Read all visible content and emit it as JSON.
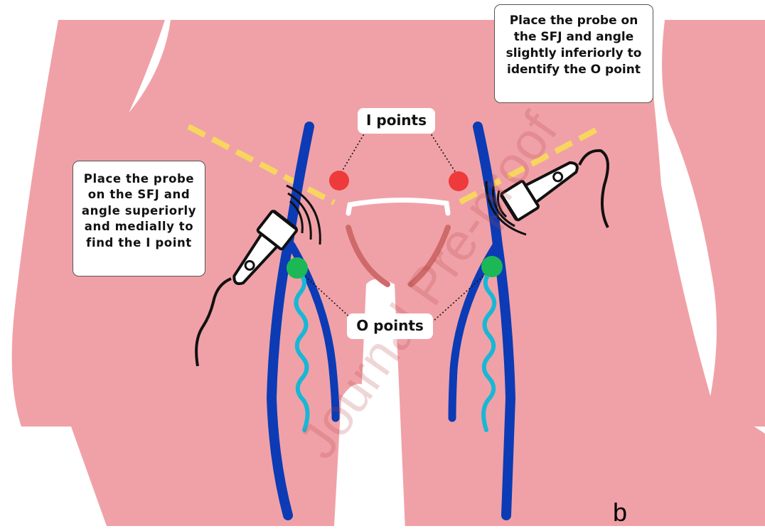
{
  "labels": {
    "i_points": "I points",
    "o_points": "O points",
    "panel_letter": "b",
    "watermark": "Journal Pre-proof"
  },
  "callouts": {
    "left": [
      "Place the probe",
      "on the SFJ and",
      "angle superiorly",
      "and medially to",
      "find the I point"
    ],
    "right": [
      "Place the probe on",
      "the SFJ and angle",
      "slightly inferiorly to",
      "identify the O point"
    ]
  },
  "colors": {
    "skin": "#f0a1a7",
    "vein": "#0c3bb5",
    "tributary": "#18b7d6",
    "i_point": "#ee3a3a",
    "o_point": "#1cb856",
    "guide_line": "#f8d65e",
    "pelvis": "#cf6a6a",
    "probe_outline": "#111111"
  }
}
